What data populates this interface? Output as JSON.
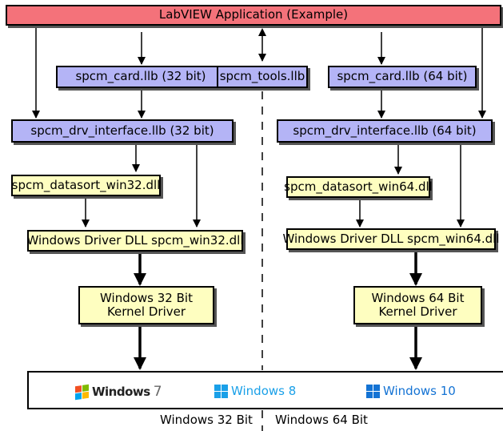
{
  "app": {
    "label": "LabVIEW Application (Example)"
  },
  "libs": {
    "card32": "spcm_card.llb (32 bit)",
    "tools": "spcm_tools.llb",
    "card64": "spcm_card.llb (64 bit)",
    "drv32": "spcm_drv_interface.llb (32 bit)",
    "drv64": "spcm_drv_interface.llb (64 bit)"
  },
  "dlls": {
    "datasort32": "spcm_datasort_win32.dll",
    "datasort64": "spcm_datasort_win64.dll",
    "driver32": "Windows Driver DLL spcm_win32.dll",
    "driver64": "Windows Driver DLL spcm_win64.dll"
  },
  "kernel": {
    "k32": "Windows 32 Bit\nKernel Driver",
    "k64": "Windows 64 Bit\nKernel Driver"
  },
  "os": {
    "win7": {
      "name": "Windows",
      "version": "7",
      "icon": "windows7-flag-icon"
    },
    "win8": {
      "name": "Windows 8",
      "icon": "windows-logo-icon",
      "color": "#1aa0e8"
    },
    "win10": {
      "name": "Windows 10",
      "icon": "windows-logo-icon",
      "color": "#1473d4"
    }
  },
  "footer": {
    "left": "Windows 32 Bit",
    "right": "Windows 64 Bit"
  },
  "colors": {
    "app_header": "#f4727a",
    "library_box": "#b4b4f6",
    "dll_box": "#fefec0"
  }
}
